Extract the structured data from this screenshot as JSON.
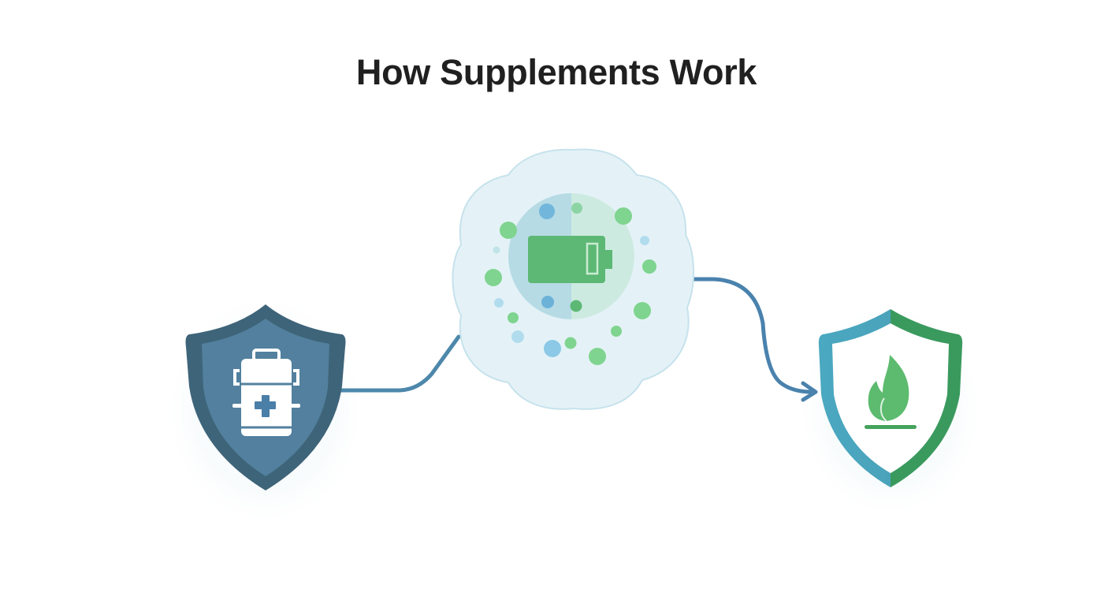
{
  "title": "How Supplements Work",
  "diagram": {
    "nodes": [
      {
        "id": "supplement",
        "icon": "supplement-bottle-shield-icon",
        "description": "Blue shield containing a supplement bottle with a plus sign"
      },
      {
        "id": "cell-energy",
        "icon": "energy-battery-cell-icon",
        "description": "Cloud-shaped cell with green and blue particles surrounding a battery"
      },
      {
        "id": "metabolism",
        "icon": "flame-shield-icon",
        "description": "Teal-to-green shield containing a green flame"
      }
    ],
    "edges": [
      {
        "from": "supplement",
        "to": "cell-energy",
        "style": "line"
      },
      {
        "from": "cell-energy",
        "to": "metabolism",
        "style": "arrow"
      }
    ]
  },
  "colors": {
    "title": "#202020",
    "shield_left_outer": "#3e6479",
    "shield_left_inner": "#52809e",
    "connector": "#4a82ad",
    "cell_fill": "#e6f3f8",
    "cell_core_left": "#b9dde6",
    "cell_core_right": "#cfeae2",
    "battery": "#5cb874",
    "particle_green": "#7fd48f",
    "particle_blue": "#6fb3dc",
    "shield_right_teal": "#4aa3bb",
    "shield_right_green": "#3a9a5e",
    "flame": "#5cbb6f"
  }
}
